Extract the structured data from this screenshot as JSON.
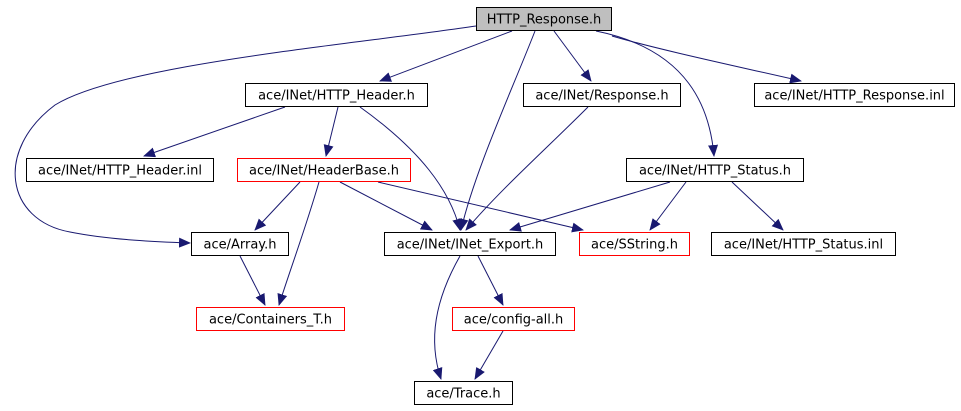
{
  "colors": {
    "edge": "#191970",
    "node_border_default": "#000000",
    "node_border_truncated": "#ff0000",
    "node_fill_root": "#bfbfbf",
    "node_fill_default": "#ffffff",
    "background": "#ffffff"
  },
  "graph": {
    "nodes": [
      {
        "id": "http_response_h",
        "label": "HTTP_Response.h",
        "style": "root"
      },
      {
        "id": "http_header_h",
        "label": "ace/INet/HTTP_Header.h",
        "style": "default"
      },
      {
        "id": "response_h",
        "label": "ace/INet/Response.h",
        "style": "default"
      },
      {
        "id": "http_response_inl",
        "label": "ace/INet/HTTP_Response.inl",
        "style": "default"
      },
      {
        "id": "http_header_inl",
        "label": "ace/INet/HTTP_Header.inl",
        "style": "default"
      },
      {
        "id": "headerbase_h",
        "label": "ace/INet/HeaderBase.h",
        "style": "truncated"
      },
      {
        "id": "http_status_h",
        "label": "ace/INet/HTTP_Status.h",
        "style": "default"
      },
      {
        "id": "array_h",
        "label": "ace/Array.h",
        "style": "default"
      },
      {
        "id": "inet_export_h",
        "label": "ace/INet/INet_Export.h",
        "style": "default"
      },
      {
        "id": "sstring_h",
        "label": "ace/SString.h",
        "style": "truncated"
      },
      {
        "id": "http_status_inl",
        "label": "ace/INet/HTTP_Status.inl",
        "style": "default"
      },
      {
        "id": "containers_t_h",
        "label": "ace/Containers_T.h",
        "style": "truncated"
      },
      {
        "id": "config_all_h",
        "label": "ace/config-all.h",
        "style": "truncated"
      },
      {
        "id": "trace_h",
        "label": "ace/Trace.h",
        "style": "default"
      }
    ],
    "edges": [
      {
        "from": "http_response_h",
        "to": "http_header_h"
      },
      {
        "from": "http_response_h",
        "to": "response_h"
      },
      {
        "from": "http_response_h",
        "to": "http_response_inl"
      },
      {
        "from": "http_response_h",
        "to": "inet_export_h"
      },
      {
        "from": "http_response_h",
        "to": "http_status_h"
      },
      {
        "from": "http_response_h",
        "to": "array_h"
      },
      {
        "from": "http_header_h",
        "to": "http_header_inl"
      },
      {
        "from": "http_header_h",
        "to": "headerbase_h"
      },
      {
        "from": "http_header_h",
        "to": "inet_export_h"
      },
      {
        "from": "response_h",
        "to": "inet_export_h"
      },
      {
        "from": "headerbase_h",
        "to": "array_h"
      },
      {
        "from": "headerbase_h",
        "to": "containers_t_h"
      },
      {
        "from": "headerbase_h",
        "to": "inet_export_h"
      },
      {
        "from": "headerbase_h",
        "to": "sstring_h"
      },
      {
        "from": "http_status_h",
        "to": "inet_export_h"
      },
      {
        "from": "http_status_h",
        "to": "sstring_h"
      },
      {
        "from": "http_status_h",
        "to": "http_status_inl"
      },
      {
        "from": "array_h",
        "to": "containers_t_h"
      },
      {
        "from": "inet_export_h",
        "to": "config_all_h"
      },
      {
        "from": "inet_export_h",
        "to": "trace_h"
      },
      {
        "from": "config_all_h",
        "to": "trace_h"
      }
    ]
  }
}
